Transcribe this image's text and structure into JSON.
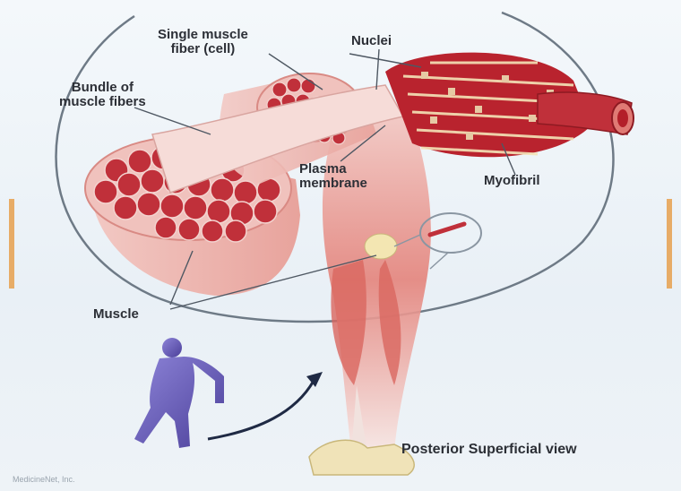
{
  "labels": {
    "single_fiber_line1": "Single muscle",
    "single_fiber_line2": "fiber (cell)",
    "nuclei": "Nuclei",
    "bundle_line1": "Bundle of",
    "bundle_line2": "muscle fibers",
    "plasma_line1": "Plasma",
    "plasma_line2": "membrane",
    "myofibril": "Myofibril",
    "muscle": "Muscle",
    "view": "Posterior Superficial view",
    "credit": "MedicineNet, Inc."
  },
  "colors": {
    "muscle_red": "#c0303a",
    "muscle_pink": "#efb9b4",
    "outline_gray": "#6e7a86",
    "figure_purple": "#6b5fbf"
  }
}
